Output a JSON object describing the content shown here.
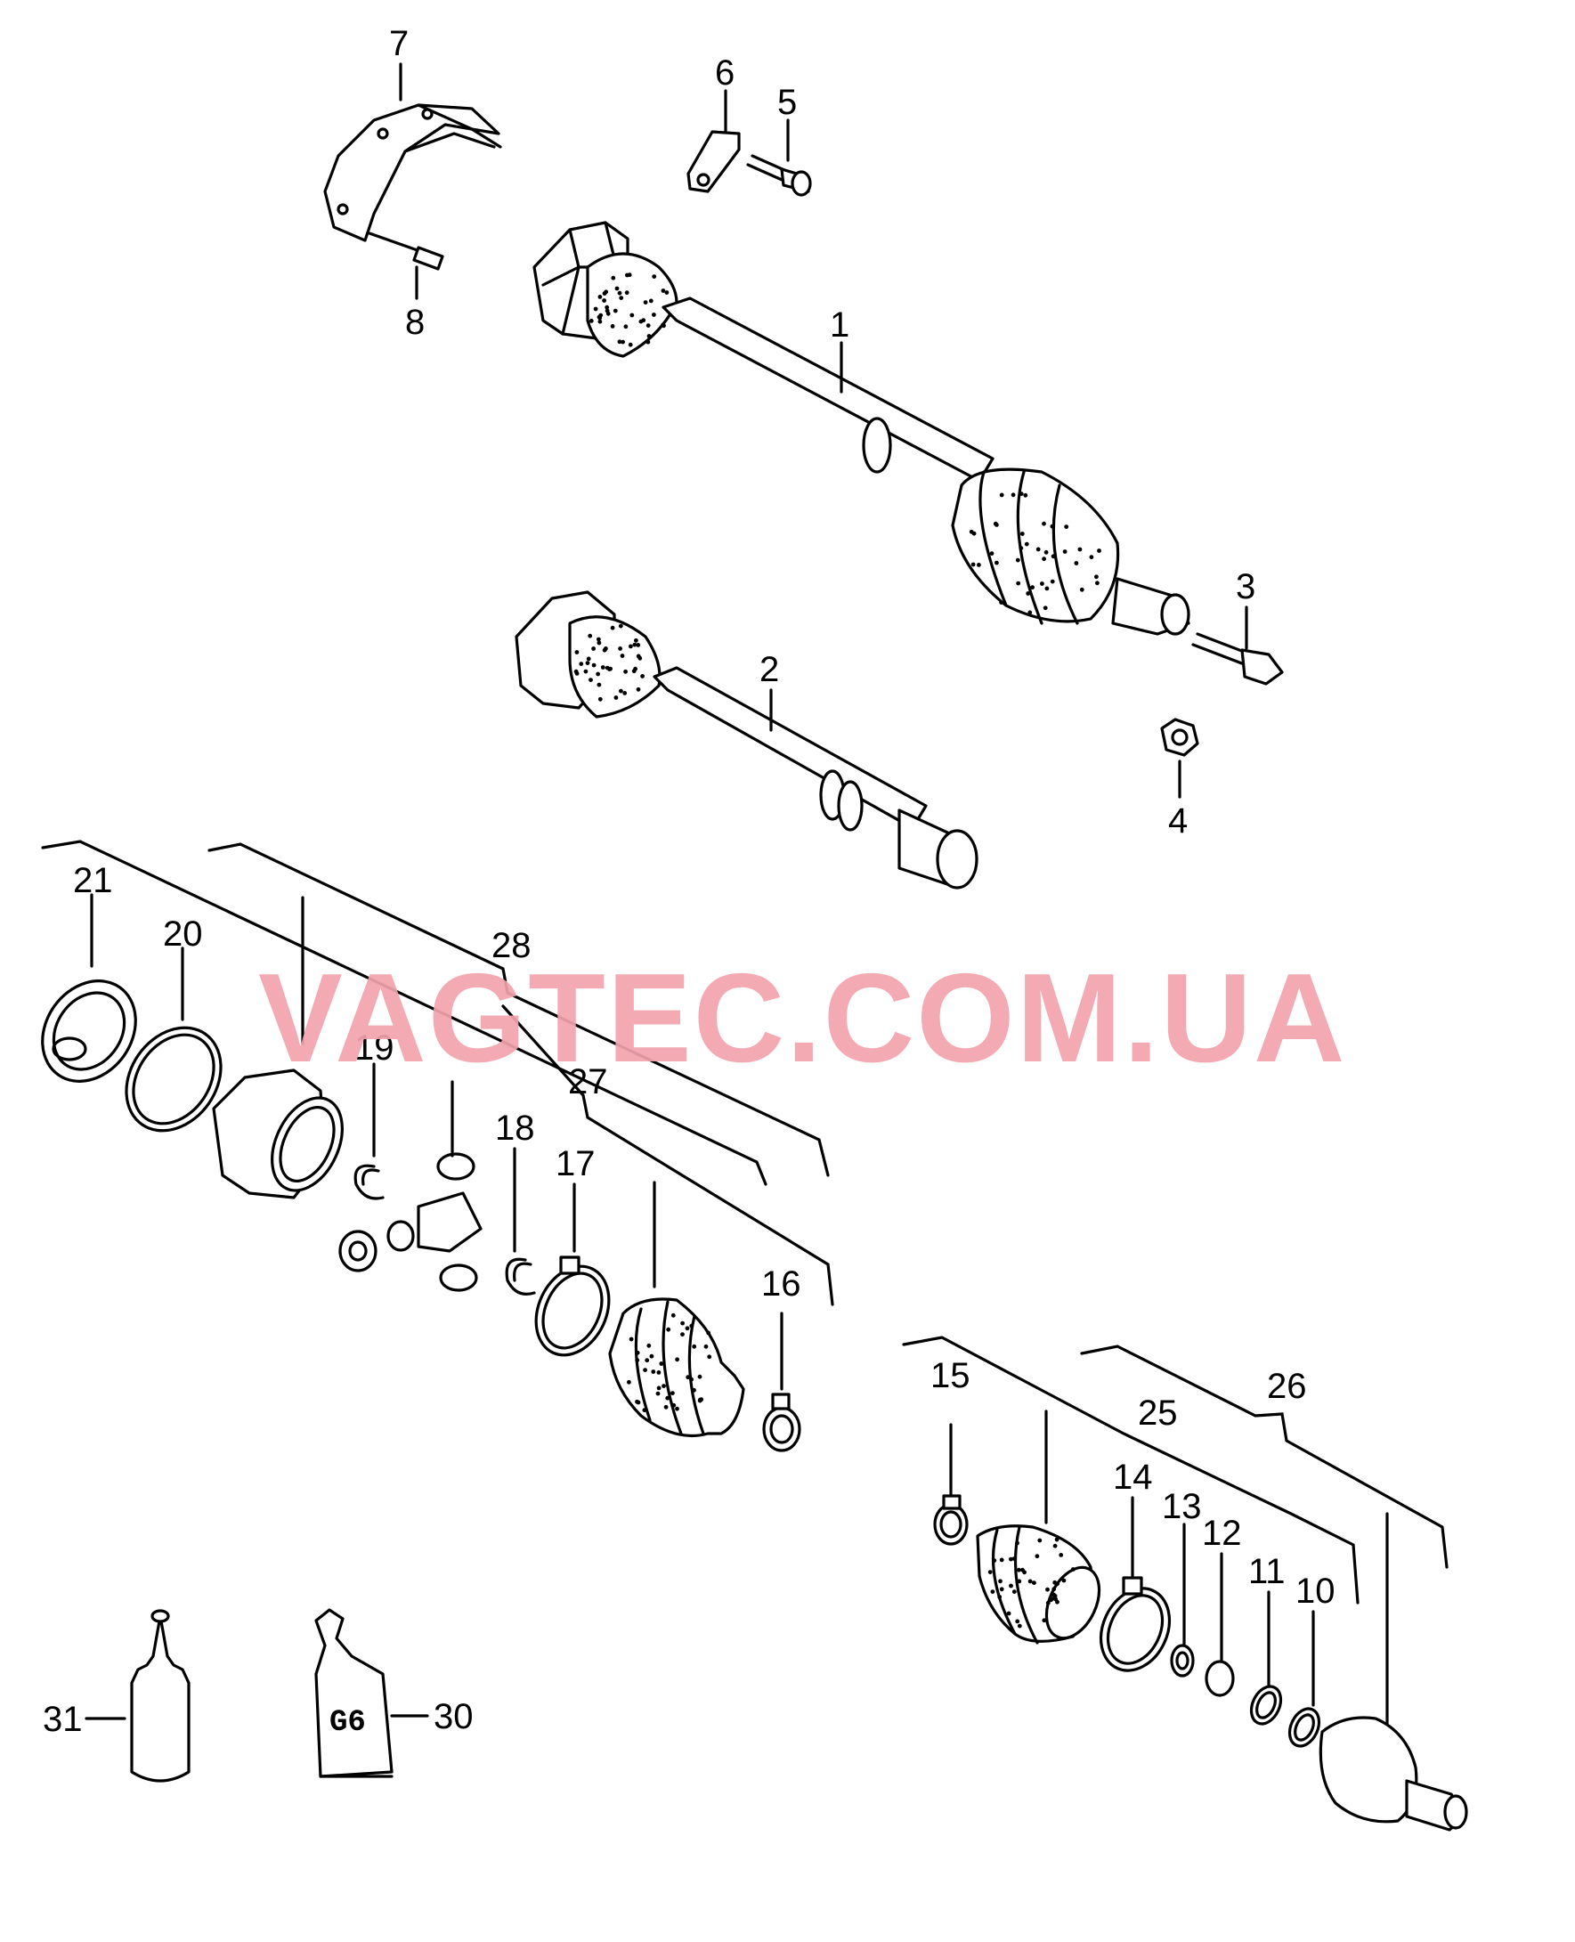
{
  "watermark": "VAGTEC.COM.UA",
  "callouts": [
    {
      "id": "1",
      "text": "1"
    },
    {
      "id": "2",
      "text": "2"
    },
    {
      "id": "3",
      "text": "3"
    },
    {
      "id": "4",
      "text": "4"
    },
    {
      "id": "5",
      "text": "5"
    },
    {
      "id": "6",
      "text": "6"
    },
    {
      "id": "7",
      "text": "7"
    },
    {
      "id": "8",
      "text": "8"
    },
    {
      "id": "10",
      "text": "10"
    },
    {
      "id": "11",
      "text": "11"
    },
    {
      "id": "12",
      "text": "12"
    },
    {
      "id": "13",
      "text": "13"
    },
    {
      "id": "14",
      "text": "14"
    },
    {
      "id": "15",
      "text": "15"
    },
    {
      "id": "16",
      "text": "16"
    },
    {
      "id": "17",
      "text": "17"
    },
    {
      "id": "18",
      "text": "18"
    },
    {
      "id": "19",
      "text": "19"
    },
    {
      "id": "20",
      "text": "20"
    },
    {
      "id": "21",
      "text": "21"
    },
    {
      "id": "25",
      "text": "25"
    },
    {
      "id": "26",
      "text": "26"
    },
    {
      "id": "27",
      "text": "27"
    },
    {
      "id": "28",
      "text": "28"
    },
    {
      "id": "30",
      "text": "30"
    },
    {
      "id": "31",
      "text": "31"
    }
  ],
  "tube_label": "G6"
}
